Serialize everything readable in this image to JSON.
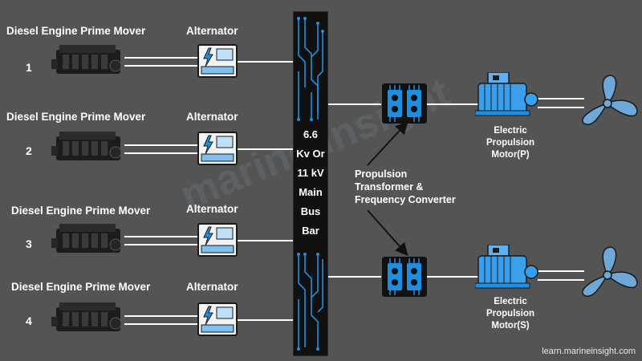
{
  "rows": [
    {
      "engine_label": "Diesel Engine Prime Mover",
      "alternator_label": "Alternator",
      "number": "1"
    },
    {
      "engine_label": "Diesel Engine Prime Mover",
      "alternator_label": "Alternator",
      "number": "2"
    },
    {
      "engine_label": "Diesel Engine Prime Mover",
      "alternator_label": "Alternator",
      "number": "3"
    },
    {
      "engine_label": "Diesel Engine Prime Mover",
      "alternator_label": "Alternator",
      "number": "4"
    }
  ],
  "busbar": {
    "lines": [
      "6.6",
      "Kv Or",
      "11 kV",
      "Main",
      "Bus",
      "Bar"
    ]
  },
  "converter": {
    "lines": [
      "Propulsion",
      "Transformer &",
      "Frequency Converter"
    ]
  },
  "motors": [
    {
      "lines": [
        "Electric",
        "Propulsion",
        "Motor(P)"
      ]
    },
    {
      "lines": [
        "Electric",
        "Propulsion",
        "Motor(S)"
      ]
    }
  ],
  "watermark": "marine insight",
  "credit": "learn.marineinsight.com",
  "colors": {
    "background": "#545454",
    "accent": "#1e8fe0",
    "busbar": "#101010"
  }
}
